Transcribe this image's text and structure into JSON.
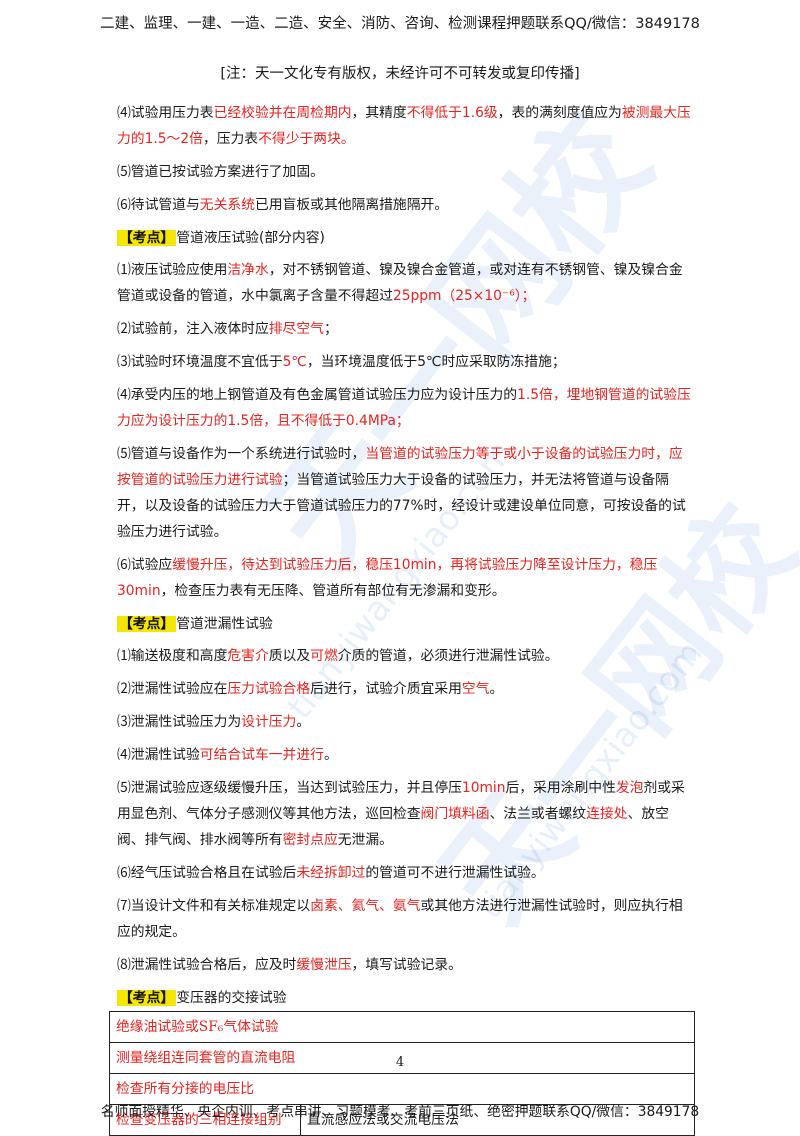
{
  "header": {
    "line1": "二建、监理、一建、一造、二造、安全、消防、咨询、检测课程押题联系QQ/微信：3849178",
    "line2": "[注：天一文化专有版权，未经许可不可转发或复印传播]"
  },
  "watermark": {
    "brand1": "天一网校",
    "url1": "tianyiwangxiao.com",
    "brand2": "天一网校",
    "url2": "tianyiwangxiao.com"
  },
  "items_top": [
    {
      "segs": [
        {
          "t": "⑷试验用压力表",
          "red": false
        },
        {
          "t": "已经校验并在周检期内",
          "red": true
        },
        {
          "t": "，其精度",
          "red": false
        },
        {
          "t": "不得低于1.6级",
          "red": true
        },
        {
          "t": "，表的满刻度值应为",
          "red": false
        },
        {
          "t": "被测最大压力的1.5～2倍",
          "red": true
        },
        {
          "t": "，压力表",
          "red": false
        },
        {
          "t": "不得少于两块。",
          "red": true
        }
      ]
    },
    {
      "segs": [
        {
          "t": "⑸管道已按试验方案进行了加固。",
          "red": false
        }
      ]
    },
    {
      "segs": [
        {
          "t": "⑹待试管道与",
          "red": false
        },
        {
          "t": "无关系统",
          "red": true
        },
        {
          "t": "已用盲板或其他隔离措施隔开。",
          "red": false
        }
      ]
    }
  ],
  "section1": {
    "tag": "【考点】",
    "title": "管道液压试验(部分内容)",
    "items": [
      {
        "segs": [
          {
            "t": "⑴液压试验应使用",
            "red": false
          },
          {
            "t": "洁净水",
            "red": true
          },
          {
            "t": "，对不锈钢管道、镍及镍合金管道，或对连有不锈钢管、镍及镍合金管道或设备的管道，水中氯离子含量不得超过",
            "red": false
          },
          {
            "t": "25ppm（25×10⁻⁶）；",
            "red": true
          }
        ]
      },
      {
        "segs": [
          {
            "t": "⑵试验前，注入液体时应",
            "red": false
          },
          {
            "t": "排尽空气",
            "red": true
          },
          {
            "t": "；",
            "red": false
          }
        ]
      },
      {
        "segs": [
          {
            "t": "⑶试验时环境温度不宜低于",
            "red": false
          },
          {
            "t": "5℃",
            "red": true
          },
          {
            "t": "，当环境温度低于5℃时应采取防冻措施；",
            "red": false
          }
        ]
      },
      {
        "segs": [
          {
            "t": "⑷承受内压的地上钢管道及有色金属管道试验压力应为设计压力的",
            "red": false
          },
          {
            "t": "1.5倍，埋地钢管道的试验压力应为设计压力的1.5倍，且不得低于0.4MPa；",
            "red": true
          }
        ]
      },
      {
        "segs": [
          {
            "t": "⑸管道与设备作为一个系统进行试验时，",
            "red": false
          },
          {
            "t": "当管道的试验压力等于或小于设备的试验压力时，应按管道的试验压力进行试验",
            "red": true
          },
          {
            "t": "；当管道试验压力大于设备的试验压力，并无法将管道与设备隔开，以及设备的试验压力大于管道试验压力的77%时，经设计或建设单位同意，可按设备的试验压力进行试验。",
            "red": false
          }
        ]
      },
      {
        "segs": [
          {
            "t": "⑹试验应",
            "red": false
          },
          {
            "t": "缓慢升压，待达到试验压力后，稳压10min，再将试验压力降至设计压力，稳压30min",
            "red": true
          },
          {
            "t": "，检查压力表有无压降、管道所有部位有无渗漏和变形。",
            "red": false
          }
        ]
      }
    ]
  },
  "section2": {
    "tag": "【考点】",
    "title": "管道泄漏性试验",
    "items": [
      {
        "segs": [
          {
            "t": "⑴输送极度和高度",
            "red": false
          },
          {
            "t": "危害介",
            "red": true
          },
          {
            "t": "质以及",
            "red": false
          },
          {
            "t": "可燃",
            "red": true
          },
          {
            "t": "介质的管道，必须进行泄漏性试验。",
            "red": false
          }
        ]
      },
      {
        "segs": [
          {
            "t": "⑵泄漏性试验应在",
            "red": false
          },
          {
            "t": "压力试验合格",
            "red": true
          },
          {
            "t": "后进行，试验介质宜采用",
            "red": false
          },
          {
            "t": "空气",
            "red": true
          },
          {
            "t": "。",
            "red": false
          }
        ]
      },
      {
        "segs": [
          {
            "t": "⑶泄漏性试验压力为",
            "red": false
          },
          {
            "t": "设计压力",
            "red": true
          },
          {
            "t": "。",
            "red": false
          }
        ]
      },
      {
        "segs": [
          {
            "t": "⑷泄漏性试验",
            "red": false
          },
          {
            "t": "可结合试车一并进行",
            "red": true
          },
          {
            "t": "。",
            "red": false
          }
        ]
      },
      {
        "segs": [
          {
            "t": "⑸泄漏试验应逐级缓慢升压，当达到试验压力，并且停压",
            "red": false
          },
          {
            "t": "10min",
            "red": true
          },
          {
            "t": "后，采用涂刷中性",
            "red": false
          },
          {
            "t": "发泡",
            "red": true
          },
          {
            "t": "剂或采用显色剂、气体分子感测仪等其他方法，巡回检查",
            "red": false
          },
          {
            "t": "阀门填料函",
            "red": true
          },
          {
            "t": "、法兰或者螺纹",
            "red": false
          },
          {
            "t": "连接处",
            "red": true
          },
          {
            "t": "、放空阀、排气阀、排水阀等所有",
            "red": false
          },
          {
            "t": "密封点应",
            "red": true
          },
          {
            "t": "无泄漏。",
            "red": false
          }
        ]
      },
      {
        "segs": [
          {
            "t": "⑹经气压试验合格且在试验后",
            "red": false
          },
          {
            "t": "未经拆卸过",
            "red": true
          },
          {
            "t": "的管道可不进行泄漏性试验。",
            "red": false
          }
        ]
      },
      {
        "segs": [
          {
            "t": "⑺当设计文件和有关标准规定以",
            "red": false
          },
          {
            "t": "卤素、氦气、氨气",
            "red": true
          },
          {
            "t": "或其他方法进行泄漏性试验时，则应执行相应的规定。",
            "red": false
          }
        ]
      },
      {
        "segs": [
          {
            "t": "⑻泄漏性试验合格后，应及时",
            "red": false
          },
          {
            "t": "缓慢泄压",
            "red": true
          },
          {
            "t": "，填写试验记录。",
            "red": false
          }
        ]
      }
    ]
  },
  "section3": {
    "tag": "【考点】",
    "title": "变压器的交接试验",
    "table": {
      "row1": "绝缘油试验或SF₆气体试验",
      "row2": "测量绕组连同套管的直流电阻",
      "row3": "检查所有分接的电压比",
      "row4_left": "检查变压器的三相连接组别",
      "row4_right": "直流感应法或交流电压法"
    }
  },
  "page_number": "4",
  "footer": "名师面授精华、央企内训、考点串讲、习题模考、考前三页纸、绝密押题联系QQ/微信：3849178"
}
